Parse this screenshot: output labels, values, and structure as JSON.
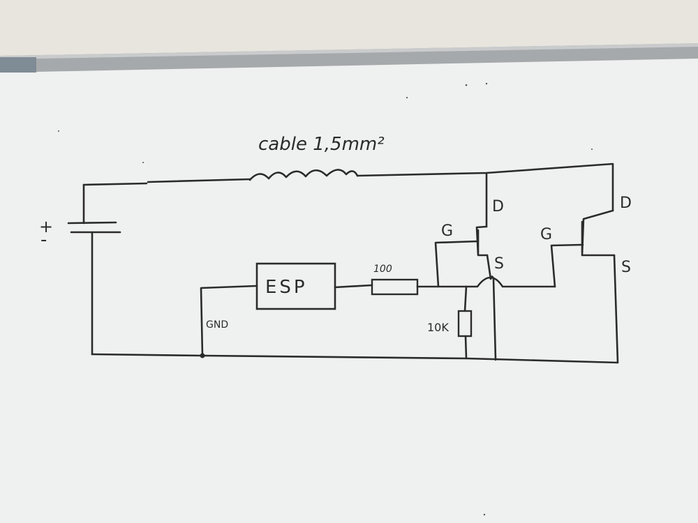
{
  "diagram": {
    "cable_label": "cable 1,5mm²",
    "battery_plus": "+",
    "battery_minus": "-",
    "esp_label": "ESP",
    "resistor_gate_label": "100",
    "resistor_pulldown_label": "10K",
    "gnd_label": "GND",
    "mosfet1": {
      "drain": "D",
      "gate": "G",
      "source": "S"
    },
    "mosfet2": {
      "drain": "D",
      "gate": "G",
      "source": "S"
    }
  },
  "colors": {
    "wall": "#e7e4dd",
    "board": "#f1f2f2",
    "frame": "#a9acae",
    "ink": "#2b2b2b"
  }
}
